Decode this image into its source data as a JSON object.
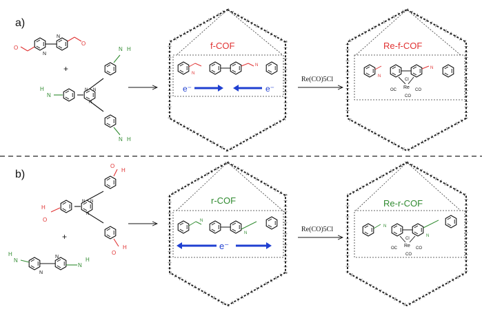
{
  "panels": {
    "a": {
      "label": "a)",
      "plus": "+",
      "reagent": "Re(CO)5Cl",
      "product_plain": "f-COF",
      "product_re": "Re-f-COF",
      "electron": "e⁻",
      "title_color": "#e03131"
    },
    "b": {
      "label": "b)",
      "plus": "+",
      "reagent": "Re(CO)5Cl",
      "product_plain": "r-COF",
      "product_re": "Re-r-COF",
      "electron": "e⁻",
      "title_color": "#2f8a2f"
    }
  },
  "atoms": {
    "N": "N",
    "H": "H",
    "O": "O",
    "Cl": "Cl",
    "Re": "Re",
    "CO": "CO",
    "OC": "OC"
  },
  "colors": {
    "aldehyde": "#e03131",
    "amine": "#2f8a2f",
    "arrow_blue": "#1f3fd1",
    "bond": "#111111"
  }
}
